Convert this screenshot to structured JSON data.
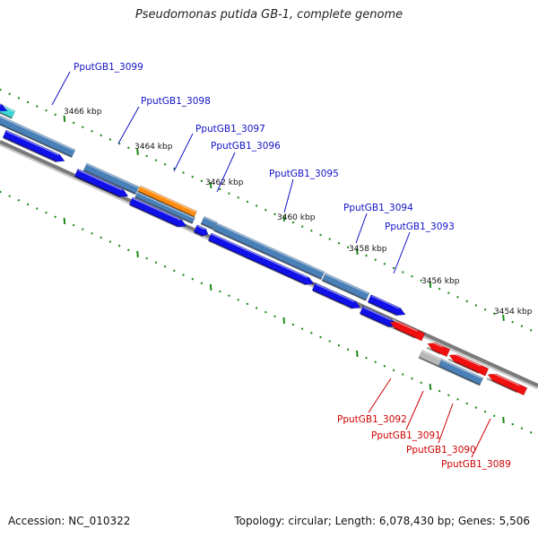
{
  "title": "Pseudomonas putida GB-1, complete genome",
  "accession_label": "Accession: NC_010322",
  "summary_label": "Topology: circular; Length: 6,078,430 bp; Genes: 5,506",
  "colors": {
    "forward_label": "#1212c8",
    "reverse_label": "#d00000",
    "gene_blue": "#1010e8",
    "cds_steel": "#4a80b8",
    "highlight_cyan": "#3ad6d6",
    "highlight_orange": "#ff8c10",
    "reverse_red": "#f01010",
    "pseudo_gray": "#b8b8b8",
    "backbone": "#7a7a7a",
    "tick": "#1a8a1a"
  },
  "ruler_labels": [
    "3466 kbp",
    "3464 kbp",
    "3462 kbp",
    "3460 kbp",
    "3458 kbp",
    "3456 kbp",
    "3454 kbp"
  ],
  "forward_genes": [
    "PputGB1_3099",
    "PputGB1_3098",
    "PputGB1_3097",
    "PputGB1_3096",
    "PputGB1_3095",
    "PputGB1_3094",
    "PputGB1_3093"
  ],
  "reverse_genes": [
    "PputGB1_3092",
    "PputGB1_3091",
    "PputGB1_3090",
    "PputGB1_3089"
  ]
}
